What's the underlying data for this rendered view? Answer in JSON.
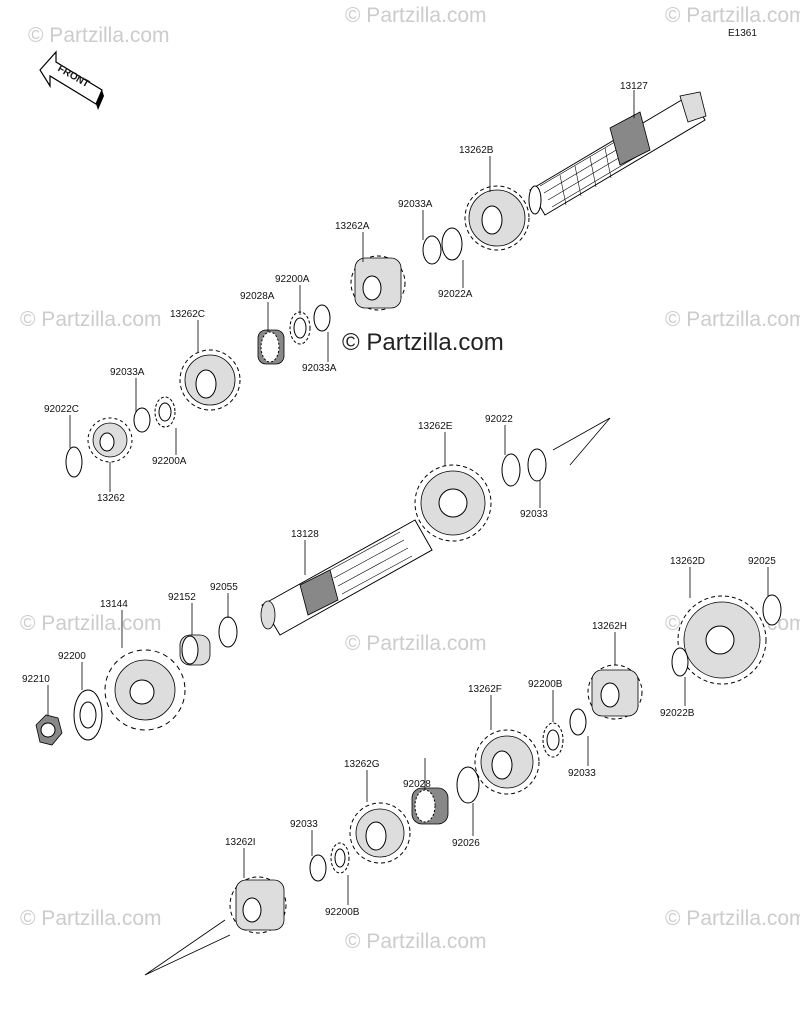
{
  "diagram_code": "E1361",
  "front_label": "FRONT",
  "watermark_text": "© Partzilla.com",
  "center_watermark_text": "© Partzilla.com",
  "labels": {
    "p13127": "13127",
    "p13262B": "13262B",
    "p92033A_1": "92033A",
    "p13262A": "13262A",
    "p92022A": "92022A",
    "p92200A_1": "92200A",
    "p92028A": "92028A",
    "p13262C": "13262C",
    "p92033A_2": "92033A",
    "p92033A_3": "92033A",
    "p92022C": "92022C",
    "p92200A_2": "92200A",
    "p13262": "13262",
    "p13262E": "13262E",
    "p92022": "92022",
    "p92033_1": "92033",
    "p13128": "13128",
    "p13144": "13144",
    "p92152": "92152",
    "p92055": "92055",
    "p92200": "92200",
    "p92210": "92210",
    "p13262D": "13262D",
    "p92025": "92025",
    "p13262H": "13262H",
    "p92022B": "92022B",
    "p13262F": "13262F",
    "p92200B_1": "92200B",
    "p92033_2": "92033",
    "p92028": "92028",
    "p13262G": "13262G",
    "p92026": "92026",
    "p92033_3": "92033",
    "p13262I": "13262I",
    "p92200B_2": "92200B"
  }
}
